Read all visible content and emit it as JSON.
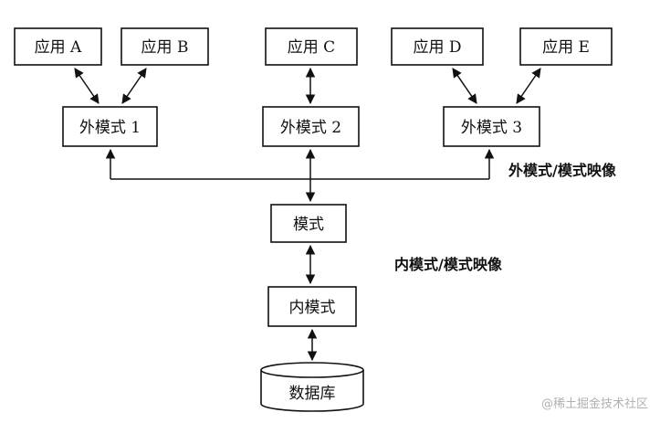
{
  "boxes": {
    "app_a": "应用 A",
    "app_b": "应用 B",
    "app_c": "应用 C",
    "app_d": "应用 D",
    "app_e": "应用 E",
    "ext1": "外模式 1",
    "ext2": "外模式 2",
    "ext3": "外模式 3",
    "schema": "模式",
    "internal": "内模式",
    "database": "数据库"
  },
  "labels": {
    "ext_mapping": "外模式/模式映像",
    "int_mapping": "内模式/模式映像"
  },
  "watermark": "@稀土掘金技术社区",
  "colors": {
    "stroke": "#111111",
    "background": "#ffffff"
  }
}
